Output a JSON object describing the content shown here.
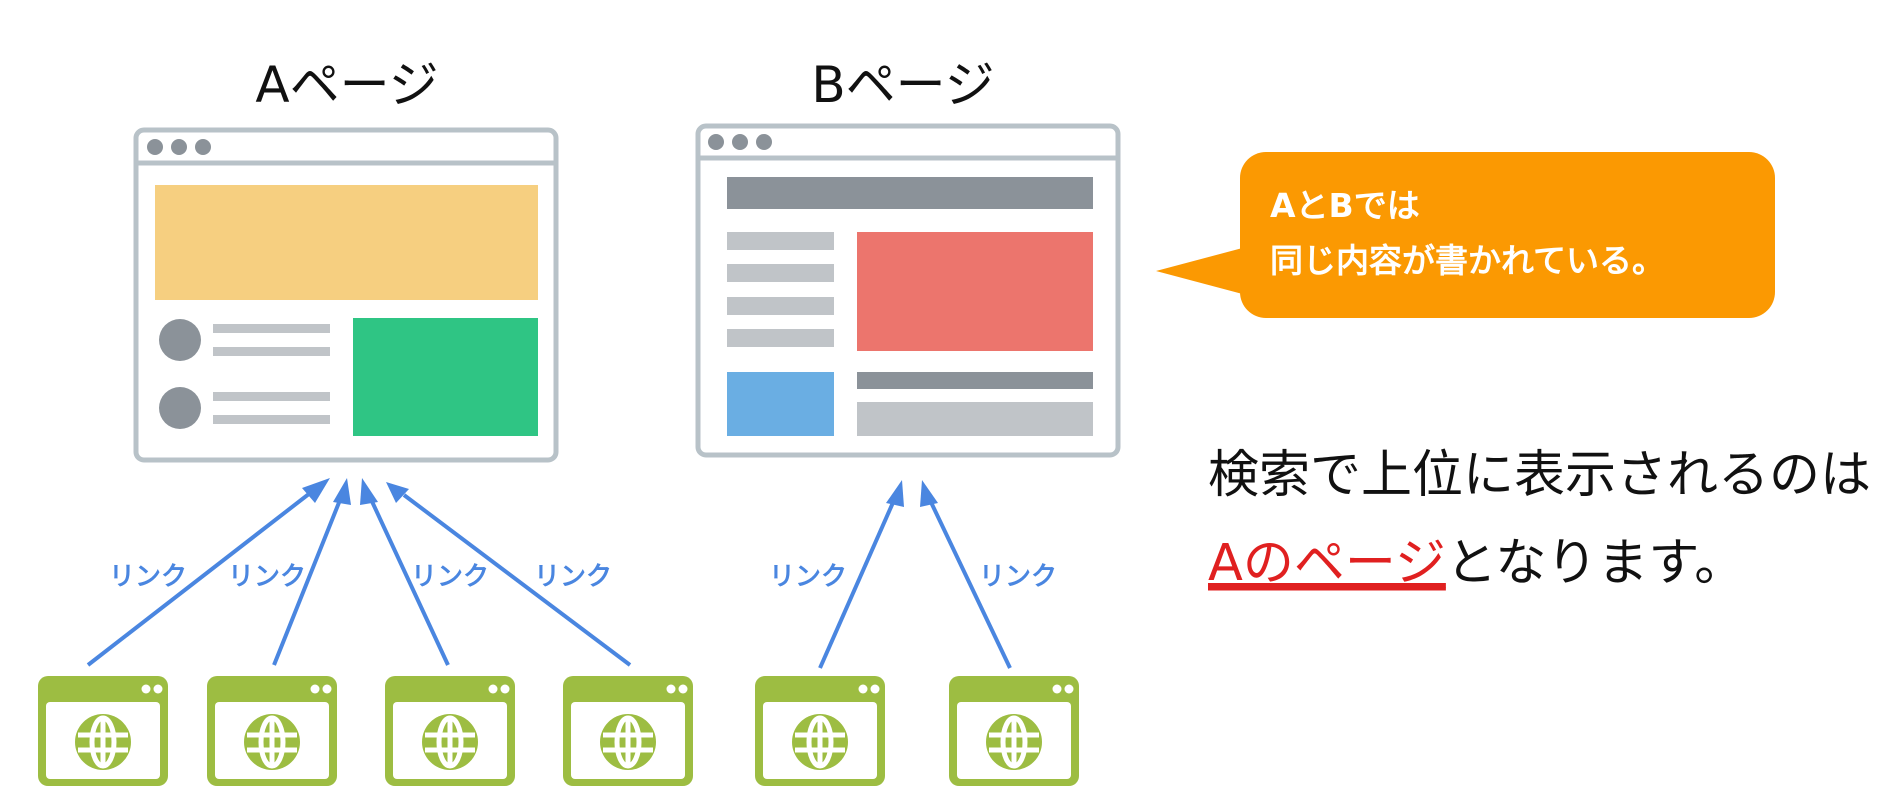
{
  "pages": {
    "a": {
      "title": "Aページ"
    },
    "b": {
      "title": "Bページ"
    }
  },
  "link_label": "リンク",
  "bubble": {
    "line1": "AとBでは",
    "line2": "同じ内容が書かれている。"
  },
  "result": {
    "line1": "検索で上位に表示されるのは",
    "highlight": "Aのページ",
    "line2_rest": "となります。"
  },
  "colors": {
    "frame": "#b8c2c8",
    "gray_dark": "#8b9299",
    "gray_light": "#c0c4c8",
    "yellow_block": "#f6cf80",
    "green_block": "#2fc584",
    "red_block": "#ec756d",
    "blue_block": "#6aaee3",
    "site_green": "#9dbd42",
    "arrow_blue": "#4a86e0",
    "bubble_orange": "#fb9902",
    "highlight_red": "#e02020"
  },
  "icons": {
    "linking_site": "globe-window-icon",
    "window_dots": "window-dots-icon"
  }
}
